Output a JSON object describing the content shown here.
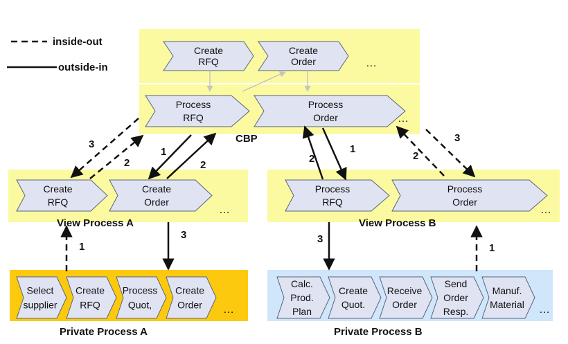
{
  "legend": {
    "dashed_label": "inside-out",
    "solid_label": "outside-in"
  },
  "cbp": {
    "label": "CBP",
    "upper_steps": [
      {
        "lines": [
          "Create",
          "RFQ"
        ]
      },
      {
        "lines": [
          "Create",
          "Order"
        ]
      }
    ],
    "lower_steps": [
      {
        "lines": [
          "Process",
          "RFQ"
        ]
      },
      {
        "lines": [
          "Process",
          "Order"
        ]
      }
    ]
  },
  "view_a": {
    "label": "View Process A",
    "steps": [
      {
        "lines": [
          "Create",
          "RFQ"
        ]
      },
      {
        "lines": [
          "Create",
          "Order"
        ]
      }
    ]
  },
  "view_b": {
    "label": "View Process B",
    "steps": [
      {
        "lines": [
          "Process",
          "RFQ"
        ]
      },
      {
        "lines": [
          "Process",
          "Order"
        ]
      }
    ]
  },
  "private_a": {
    "label": "Private Process A",
    "steps": [
      {
        "lines": [
          "Select",
          "supplier"
        ]
      },
      {
        "lines": [
          "Create",
          "RFQ"
        ]
      },
      {
        "lines": [
          "Process",
          "Quot,"
        ]
      },
      {
        "lines": [
          "Create",
          "Order"
        ]
      }
    ]
  },
  "private_b": {
    "label": "Private Process B",
    "steps": [
      {
        "lines": [
          "Calc.",
          "Prod.",
          "Plan"
        ]
      },
      {
        "lines": [
          "Create",
          "Quot."
        ]
      },
      {
        "lines": [
          "Receive",
          "Order"
        ]
      },
      {
        "lines": [
          "Send",
          "Order",
          "Resp."
        ]
      },
      {
        "lines": [
          "Manuf.",
          "Material"
        ]
      }
    ]
  },
  "ellipsis": "…",
  "arrow_labels": {
    "one": "1",
    "two": "2",
    "three": "3"
  },
  "colors": {
    "public_region": "#fbfaa0",
    "private_a_region": "#fdc90e",
    "private_b_region": "#cfe6fb",
    "step_fill": "#dfe3f2",
    "step_stroke": "#5a6378",
    "connector_grey": "#c4c4c4",
    "arrow": "#111111"
  }
}
